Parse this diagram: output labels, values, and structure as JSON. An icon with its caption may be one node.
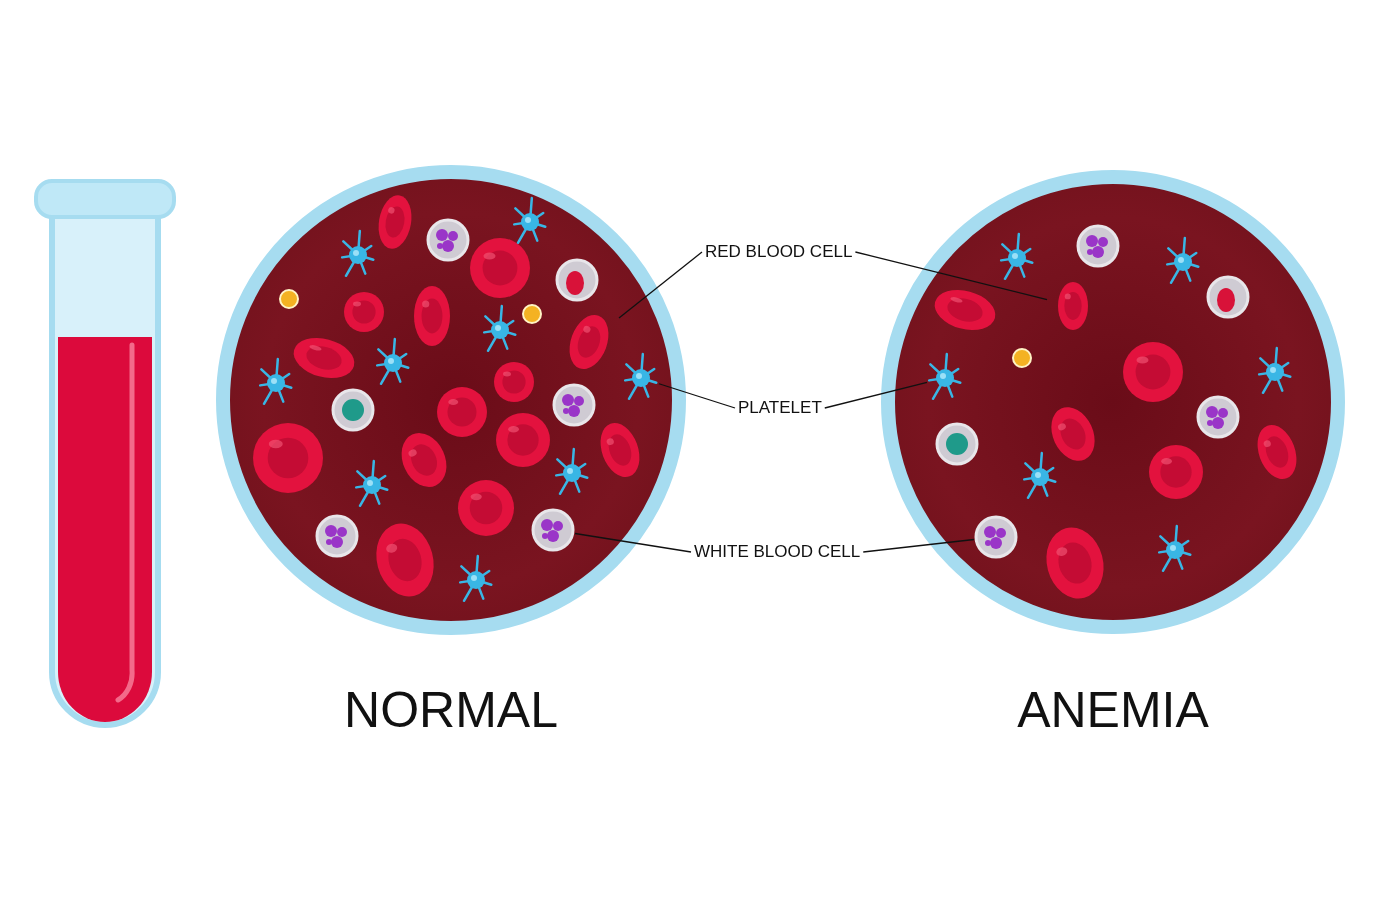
{
  "diagram": {
    "nodes": [
      {
        "text": [],
        "shape": "circle",
        "beside": [
          "NORMAL"
        ]
      },
      {
        "text": [],
        "shape": "circle",
        "beside": [
          "ANEMIA"
        ]
      },
      {
        "text": [
          "RED BLOOD CELL"
        ]
      },
      {
        "text": [
          "PLATELET"
        ]
      },
      {
        "text": [
          "WHITE BLOOD CELL"
        ]
      },
      {
        "text": [],
        "shape": "circle",
        "in": 0
      },
      {
        "text": [],
        "shape": "circle",
        "in": 1
      },
      {
        "text": [],
        "shape": "circle",
        "in": 0
      },
      {
        "text": [],
        "shape": "circle",
        "in": 1
      },
      {
        "text": [],
        "shape": "circle",
        "in": 0
      },
      {
        "text": [],
        "shape": "circle",
        "in": 1
      }
    ],
    "edges": [
      {
        "from": 2,
        "to": 5,
        "arrow": "none"
      },
      {
        "from": 2,
        "to": 6,
        "arrow": "none"
      },
      {
        "from": 3,
        "to": 7,
        "arrow": "none"
      },
      {
        "from": 3,
        "to": 8,
        "arrow": "none"
      },
      {
        "from": 4,
        "to": 9,
        "arrow": "none"
      },
      {
        "from": 4,
        "to": 10,
        "arrow": "none"
      }
    ]
  }
}
